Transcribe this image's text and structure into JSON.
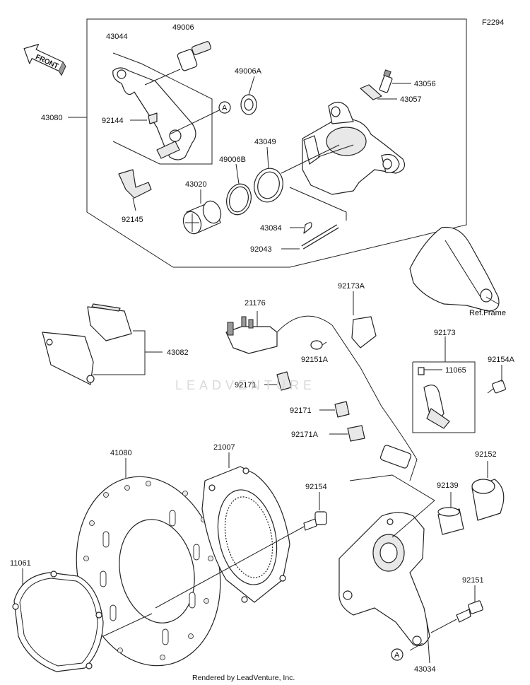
{
  "diagram_code": "F2294",
  "front_label": "FRONT",
  "ref_frame_label": "Ref.Frame",
  "callout_marker": "A",
  "watermark": "LEADVENTURE",
  "footer": "Rendered by LeadVenture, Inc.",
  "parts": {
    "p43044": "43044",
    "p49006": "49006",
    "p49006A": "49006A",
    "p43056": "43056",
    "p43057": "43057",
    "p43080": "43080",
    "p92144": "92144",
    "p43049": "43049",
    "p49006B": "49006B",
    "p43020": "43020",
    "p92145": "92145",
    "p43084": "43084",
    "p92043": "92043",
    "p92173A": "92173A",
    "p21176": "21176",
    "p43082": "43082",
    "p92151A": "92151A",
    "p92171_1": "92171",
    "p92173": "92173",
    "p11065": "11065",
    "p92154A": "92154A",
    "p92171_2": "92171",
    "p92171A": "92171A",
    "p41080": "41080",
    "p21007": "21007",
    "p92154": "92154",
    "p92152": "92152",
    "p92139": "92139",
    "p11061": "11061",
    "p92151": "92151",
    "p43034": "43034"
  }
}
